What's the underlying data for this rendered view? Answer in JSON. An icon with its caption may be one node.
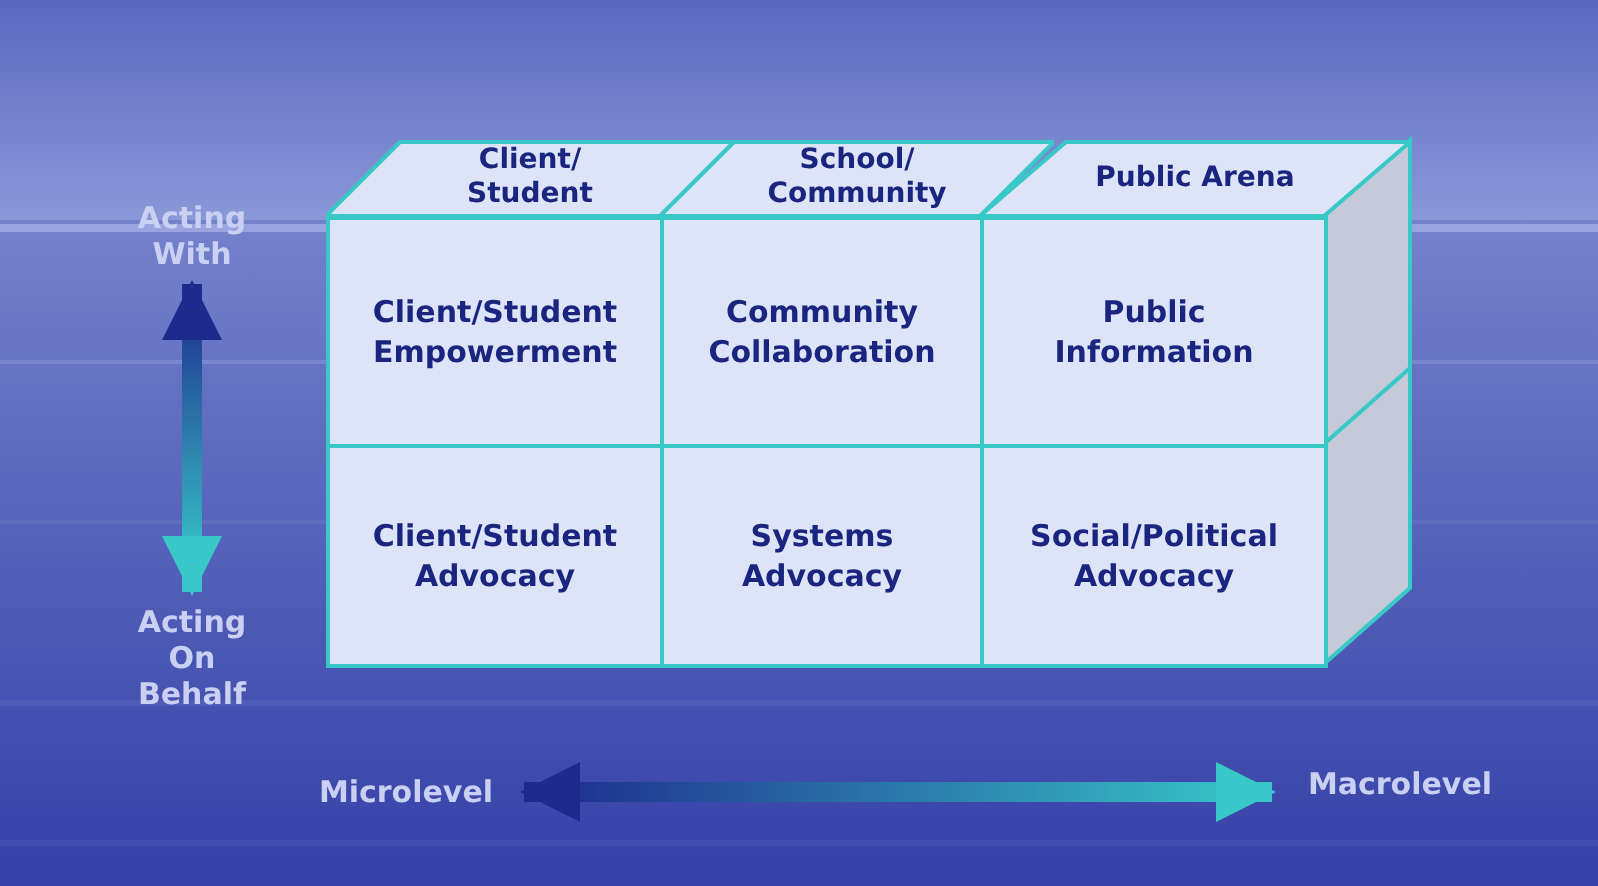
{
  "diagram": {
    "nodes": [
      {
        "text": [
          "Client/ Student"
        ]
      },
      {
        "text": [
          "School/ Community"
        ]
      },
      {
        "text": [
          "Public Arena"
        ]
      },
      {
        "text": [
          "Client/Student Empowerment"
        ]
      },
      {
        "text": [
          "Community Collaboration"
        ]
      },
      {
        "text": [
          "Public Information"
        ]
      },
      {
        "text": [
          "Client/Student Advocacy"
        ]
      },
      {
        "text": [
          "Systems Advocacy"
        ]
      },
      {
        "text": [
          "Social/Political Advocacy"
        ]
      },
      {
        "text": [
          "Acting With"
        ]
      },
      {
        "text": [
          "Acting On Behalf"
        ]
      },
      {
        "text": [
          "Microlevel"
        ]
      },
      {
        "text": [
          "Macrolevel"
        ]
      }
    ],
    "edges": [
      {
        "from": 9,
        "to": 10,
        "arrow": "both"
      },
      {
        "from": 11,
        "to": 12,
        "arrow": "both"
      }
    ]
  }
}
